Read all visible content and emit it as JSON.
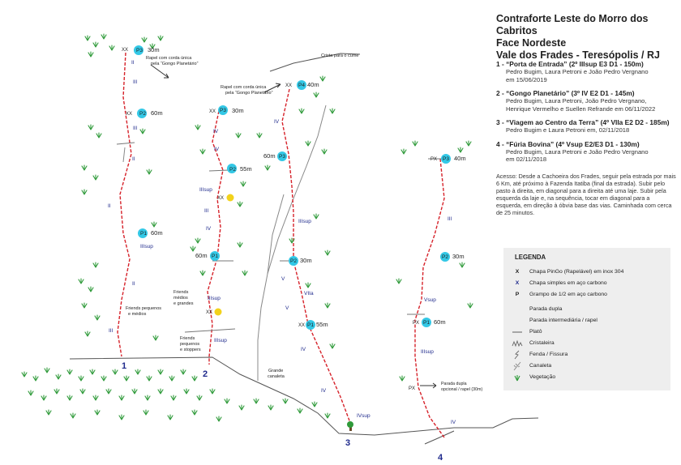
{
  "title": {
    "line1": "Contraforte Leste do Morro dos Cabritos",
    "line2": "Face Nordeste",
    "line3": "Vale dos Frades - Teresópolis / RJ"
  },
  "routes": [
    {
      "head": "1 - “Porta de Entrada” (2º IIIsup E3 D1 - 150m)",
      "lines": [
        "Pedro Bugim, Laura Petroni e João Pedro Vergnano",
        "em 15/06/2019"
      ]
    },
    {
      "head": "2 - “Gongo Planetário” (3º IV E2 D1 - 145m)",
      "lines": [
        "Pedro Bugim, Laura Petroni, João Pedro Vergnano,",
        "Henrique Vermelho e Suellen Refrande em 06/11/2022"
      ]
    },
    {
      "head": "3 - “Viagem ao Centro da Terra” (4º VIIa E2 D2 - 185m)",
      "lines": [
        "Pedro Bugim e Laura Petroni em, 02/11/2018"
      ]
    },
    {
      "head": "4 - “Fúria Bovina” (4º Vsup E2/E3 D1 - 130m)",
      "lines": [
        "Pedro Bugim, Laura Petroni e João Pedro Vergnano",
        "em 02/11/2018"
      ]
    }
  ],
  "access": "Acesso: Desde a Cachoeira dos Frades, seguir pela estrada por mais 6 Km, até próximo à Fazenda Itatiba (final da estrada). Subir pelo pasto à direita, em diagonal para a direita até uma laje. Subir pela esquerda da laje e, na sequência, tocar em diagonal para a esquerda, em direção à óbvia base das vias. Caminhada com cerca de 25 minutos.",
  "legend": {
    "title": "LEGENDA",
    "items": [
      {
        "symbol": "X",
        "label": "Chapa PinGo (Rapelável) em inox 304",
        "icon": "x-dark-icon"
      },
      {
        "symbol": "X",
        "label": "Chapa simples em aço carbono",
        "icon": "x-blue-icon"
      },
      {
        "symbol": "P",
        "label": "Grampo de 1/2 em aço carbono",
        "icon": "p-letter-icon"
      },
      {
        "symbol": "",
        "label": "Parada dupla",
        "icon": "cyan-dot-icon"
      },
      {
        "symbol": "",
        "label": "Parada intermediária / rapel",
        "icon": "yellow-dot-icon"
      },
      {
        "symbol": "",
        "label": "Platô",
        "icon": "ledge-icon"
      },
      {
        "symbol": "",
        "label": "Cristaleira",
        "icon": "crystal-icon"
      },
      {
        "symbol": "",
        "label": "Fenda / Fissura",
        "icon": "crack-icon"
      },
      {
        "symbol": "",
        "label": "Canaleta",
        "icon": "gully-icon"
      },
      {
        "symbol": "",
        "label": "Vegetação",
        "icon": "vegetation-icon"
      }
    ]
  },
  "colors": {
    "route": "#d6222a",
    "grade": "#1f2a8c",
    "belay": "#33c8e6",
    "belay_intermediate": "#f2d21b",
    "vegetation": "#2f9a3a",
    "terrain": "#555555",
    "ledge": "#777777",
    "legend_bg": "#eeeeee"
  },
  "diagram": {
    "route_numbers": [
      "1",
      "2",
      "3",
      "4"
    ],
    "belays": [
      "P3",
      "P2",
      "P1",
      "P3",
      "P2",
      "P1",
      "P4",
      "P3",
      "P2",
      "P1",
      "P3",
      "P2",
      "P1"
    ],
    "pitch_lengths": [
      "30m",
      "60m",
      "60m",
      "30m",
      "55m",
      "60m",
      "40m",
      "60m",
      "30m",
      "55m",
      "40m",
      "30m",
      "60m"
    ],
    "grades": [
      "II",
      "III",
      "III",
      "II",
      "IIIsup",
      "II",
      "II",
      "III",
      "IV",
      "IIIsup",
      "IV",
      "IIIsup",
      "IIIsup",
      "IV",
      "III",
      "IIIsup",
      "V",
      "VIIa",
      "V",
      "IV",
      "IV",
      "IVsup",
      "IV",
      "III",
      "Vsup",
      "IIIsup",
      "IV"
    ],
    "notes": {
      "rappel1": [
        "Rapel com corda única",
        "pela “Gongo Planetário”"
      ],
      "rappel2": [
        "Rapel com corda única",
        "pela “Gongo Planetário”"
      ],
      "crest": "Crista para o cume",
      "friends1": [
        "Friends pequenos",
        "e médios"
      ],
      "friends2": [
        "Friends",
        "médios",
        "e grandes"
      ],
      "friends3": [
        "Friends",
        "pequenos",
        "e stoppers"
      ],
      "gully": [
        "Grande",
        "canaleta"
      ],
      "optional_stop": [
        "Parada dupla",
        "opcional / rapel (30m)"
      ],
      "xx": "XX",
      "px": "PX"
    }
  }
}
